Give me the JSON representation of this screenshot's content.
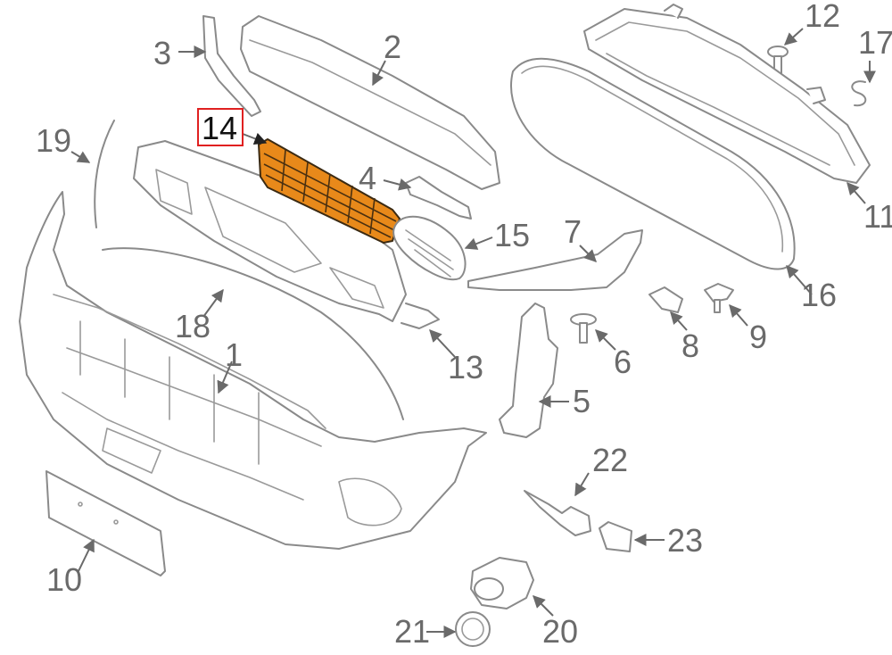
{
  "callouts": [
    {
      "id": "1",
      "label": "1"
    },
    {
      "id": "2",
      "label": "2"
    },
    {
      "id": "3",
      "label": "3"
    },
    {
      "id": "4",
      "label": "4"
    },
    {
      "id": "5",
      "label": "5"
    },
    {
      "id": "6",
      "label": "6"
    },
    {
      "id": "7",
      "label": "7"
    },
    {
      "id": "8",
      "label": "8"
    },
    {
      "id": "9",
      "label": "9"
    },
    {
      "id": "10",
      "label": "10"
    },
    {
      "id": "11",
      "label": "11"
    },
    {
      "id": "12",
      "label": "12"
    },
    {
      "id": "13",
      "label": "13"
    },
    {
      "id": "14",
      "label": "14"
    },
    {
      "id": "15",
      "label": "15"
    },
    {
      "id": "16",
      "label": "16"
    },
    {
      "id": "17",
      "label": "17"
    },
    {
      "id": "18",
      "label": "18"
    },
    {
      "id": "19",
      "label": "19"
    },
    {
      "id": "20",
      "label": "20"
    },
    {
      "id": "21",
      "label": "21"
    },
    {
      "id": "22",
      "label": "22"
    },
    {
      "id": "23",
      "label": "23"
    }
  ],
  "selected_callout": "14",
  "colors": {
    "highlight_fill": "#e8891a",
    "selection_box": "#e02020",
    "line_art": "#8a8a8a"
  }
}
